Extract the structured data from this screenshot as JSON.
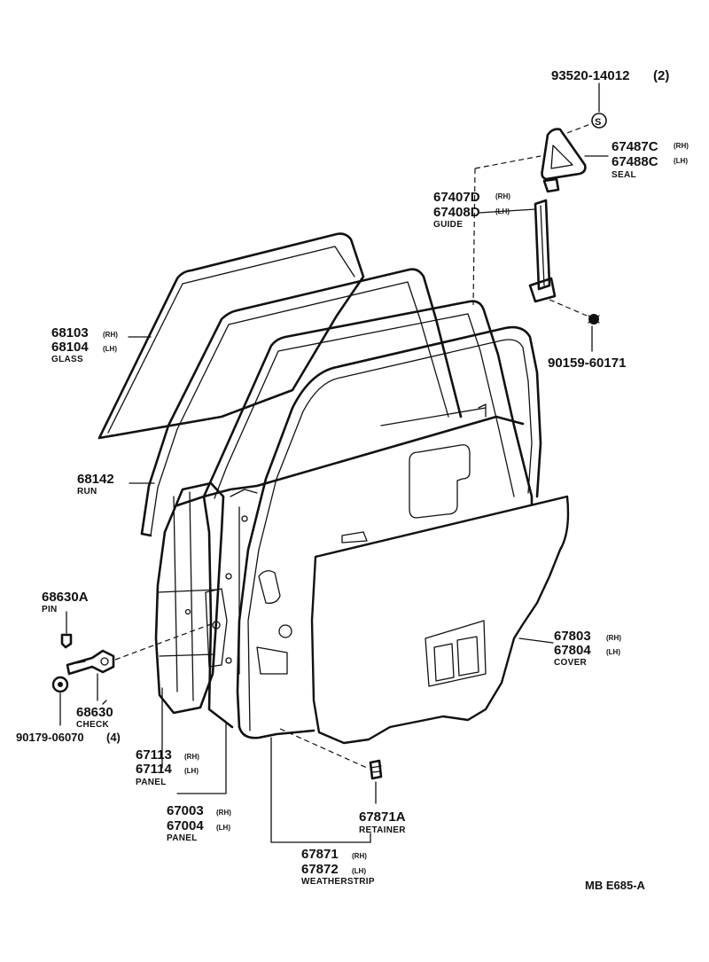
{
  "diagram_code": "MB  E685-A",
  "parts": {
    "bolt_top": {
      "number": "93520-14012",
      "qty": "(2)"
    },
    "seal": {
      "number_rh": "67487C",
      "side_rh": "(RH)",
      "number_lh": "67488C",
      "side_lh": "(LH)",
      "name": "SEAL"
    },
    "guide": {
      "number_rh": "67407D",
      "side_rh": "(RH)",
      "number_lh": "67408D",
      "side_lh": "(LH)",
      "name": "GUIDE"
    },
    "screw": {
      "number": "90159-60171"
    },
    "glass": {
      "number_rh": "68103",
      "side_rh": "(RH)",
      "number_lh": "68104",
      "side_lh": "(LH)",
      "name": "GLASS"
    },
    "run": {
      "number": "68142",
      "name": "RUN"
    },
    "pin": {
      "number": "68630A",
      "name": "PIN"
    },
    "check": {
      "number": "68630",
      "name": "CHECK"
    },
    "nut": {
      "number": "90179-06070",
      "qty": "(4)"
    },
    "panel_inner": {
      "number_rh": "67113",
      "side_rh": "(RH)",
      "number_lh": "67114",
      "side_lh": "(LH)",
      "name": "PANEL"
    },
    "panel_door": {
      "number_rh": "67003",
      "side_rh": "(RH)",
      "number_lh": "67004",
      "side_lh": "(LH)",
      "name": "PANEL"
    },
    "cover": {
      "number_rh": "67803",
      "side_rh": "(RH)",
      "number_lh": "67804",
      "side_lh": "(LH)",
      "name": "COVER"
    },
    "retainer": {
      "number": "67871A",
      "name": "RETAINER"
    },
    "weatherstrip": {
      "number_rh": "67871",
      "side_rh": "(RH)",
      "number_lh": "67872",
      "side_lh": "(LH)",
      "name": "WEATHERSTRIP"
    }
  }
}
